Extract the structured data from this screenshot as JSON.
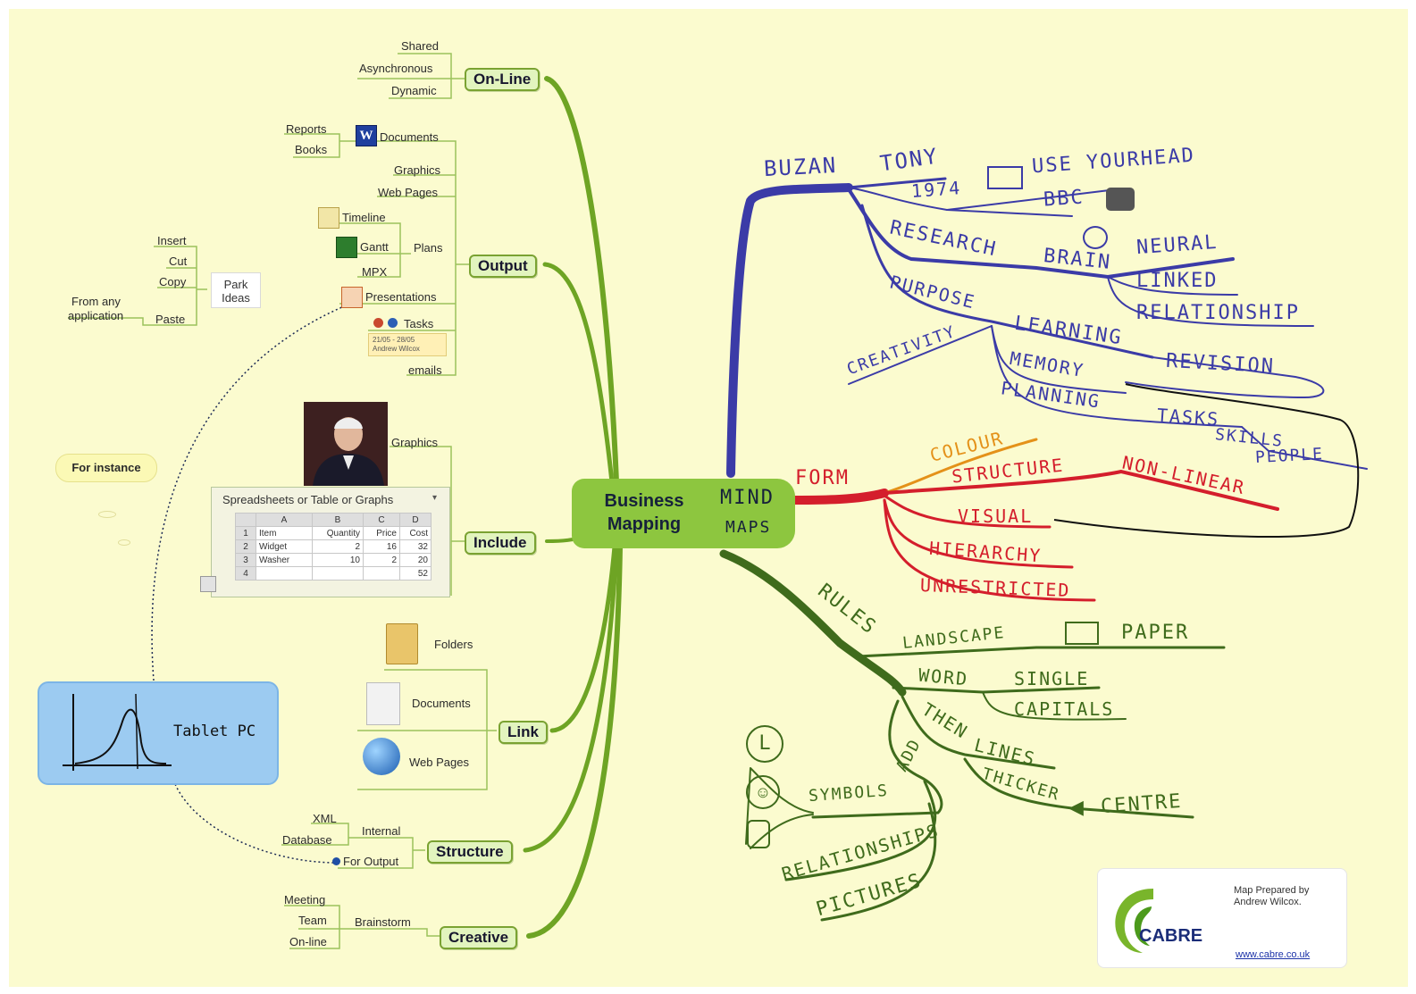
{
  "center": {
    "line1": "Business",
    "line2": "Mapping",
    "sub1": "MIND",
    "sub2": "MAPS"
  },
  "left": {
    "online": {
      "title": "On-Line",
      "items": [
        "Shared",
        "Asynchronous",
        "Dynamic"
      ]
    },
    "output": {
      "title": "Output",
      "reports": "Reports",
      "books": "Books",
      "documents": "Documents",
      "graphics": "Graphics",
      "web_pages": "Web Pages",
      "timeline": "Timeline",
      "gantt": "Gantt",
      "plans": "Plans",
      "mpx": "MPX",
      "presentations": "Presentations",
      "tasks": "Tasks",
      "task_date": "21/05 - 28/05",
      "task_person": "Andrew Wilcox",
      "emails": "emails"
    },
    "clipboard": {
      "insert": "Insert",
      "cut": "Cut",
      "copy": "Copy",
      "paste": "Paste",
      "from1": "From any",
      "from2": "application",
      "park1": "Park",
      "park2": "Ideas"
    },
    "include": {
      "title": "Include",
      "graphics": "Graphics",
      "sheet_title": "Spreadsheets or Table or Graphs",
      "sheet_cols": [
        "",
        "A",
        "B",
        "C",
        "D"
      ],
      "sheet_rows": [
        [
          "1",
          "Item",
          "Quantity",
          "Price",
          "Cost"
        ],
        [
          "2",
          "Widget",
          "2",
          "16",
          "32"
        ],
        [
          "3",
          "Washer",
          "10",
          "2",
          "20"
        ],
        [
          "4",
          "",
          "",
          "",
          "52"
        ]
      ]
    },
    "instance": "For instance",
    "tablet": "Tablet PC",
    "link": {
      "title": "Link",
      "folders": "Folders",
      "documents": "Documents",
      "web_pages": "Web Pages"
    },
    "structure": {
      "title": "Structure",
      "xml": "XML",
      "internal": "Internal",
      "database": "Database",
      "for_output": "For Output"
    },
    "creative": {
      "title": "Creative",
      "meeting": "Meeting",
      "team": "Team",
      "online": "On-line",
      "brainstorm": "Brainstorm"
    }
  },
  "right": {
    "blue": {
      "buzan": "BUZAN",
      "tony": "TONY",
      "year": "1974",
      "use_your_head": "USE YOURHEAD",
      "bbc": "BBC",
      "research": "RESEARCH",
      "brain": "BRAIN",
      "neural": "NEURAL",
      "linked": "LINKED",
      "relationship": "RELATIONSHIP",
      "purpose": "PURPOSE",
      "creativity": "CREATIVITY",
      "learning": "LEARNING",
      "revision": "REVISION",
      "memory": "MEMORY",
      "planning": "PLANNING",
      "tasks": "TASKS",
      "skills": "SKILLS",
      "people": "PEOPLE"
    },
    "red": {
      "form": "FORM",
      "colour": "COLOUR",
      "structure": "STRUCTURE",
      "non_linear": "NON-LINEAR",
      "visual": "VISUAL",
      "hierarchy": "HIERARCHY",
      "unrestricted": "UNRESTRICTED"
    },
    "green": {
      "rules": "RULES",
      "landscape": "LANDSCAPE",
      "paper": "PAPER",
      "word": "WORD",
      "single": "SINGLE",
      "capitals": "CAPITALS",
      "then": "THEN",
      "lines": "LINES",
      "thicker": "THICKER",
      "centre": "CENTRE",
      "add": "ADD",
      "symbols": "SYMBOLS",
      "relationships": "RELATIONSHIPS",
      "pictures": "PICTURES",
      "l_symbol": "L"
    }
  },
  "cabre": {
    "prepared1": "Map Prepared by",
    "prepared2": "Andrew Wilcox.",
    "brand": "CABRE",
    "web": "www.cabre.co.uk"
  },
  "colors": {
    "background": "#fbfbcf",
    "branch": "#8dc63f",
    "blue": "#3b3ba7",
    "red": "#d41e2c",
    "green": "#3f6b1c",
    "orange": "#e49119"
  }
}
